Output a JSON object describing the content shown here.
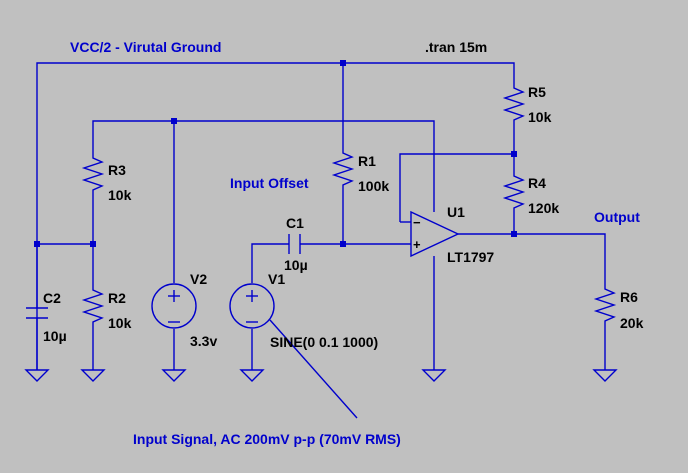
{
  "labels": {
    "vcc_net": "VCC/2 - Virutal Ground",
    "tran": ".tran 15m",
    "input_offset": "Input Offset",
    "output": "Output",
    "input_signal_note": "Input Signal, AC 200mV p-p (70mV RMS)"
  },
  "components": {
    "R1": {
      "name": "R1",
      "value": "100k"
    },
    "R2": {
      "name": "R2",
      "value": "10k"
    },
    "R3": {
      "name": "R3",
      "value": "10k"
    },
    "R4": {
      "name": "R4",
      "value": "120k"
    },
    "R5": {
      "name": "R5",
      "value": "10k"
    },
    "R6": {
      "name": "R6",
      "value": "20k"
    },
    "C1": {
      "name": "C1",
      "value": "10µ"
    },
    "C2": {
      "name": "C2",
      "value": "10µ"
    },
    "V1": {
      "name": "V1",
      "value": "SINE(0 0.1 1000)"
    },
    "V2": {
      "name": "V2",
      "value": "3.3v"
    },
    "U1": {
      "name": "U1",
      "value": "LT1797"
    }
  },
  "pins": {
    "minus": "−",
    "plus": "+"
  }
}
